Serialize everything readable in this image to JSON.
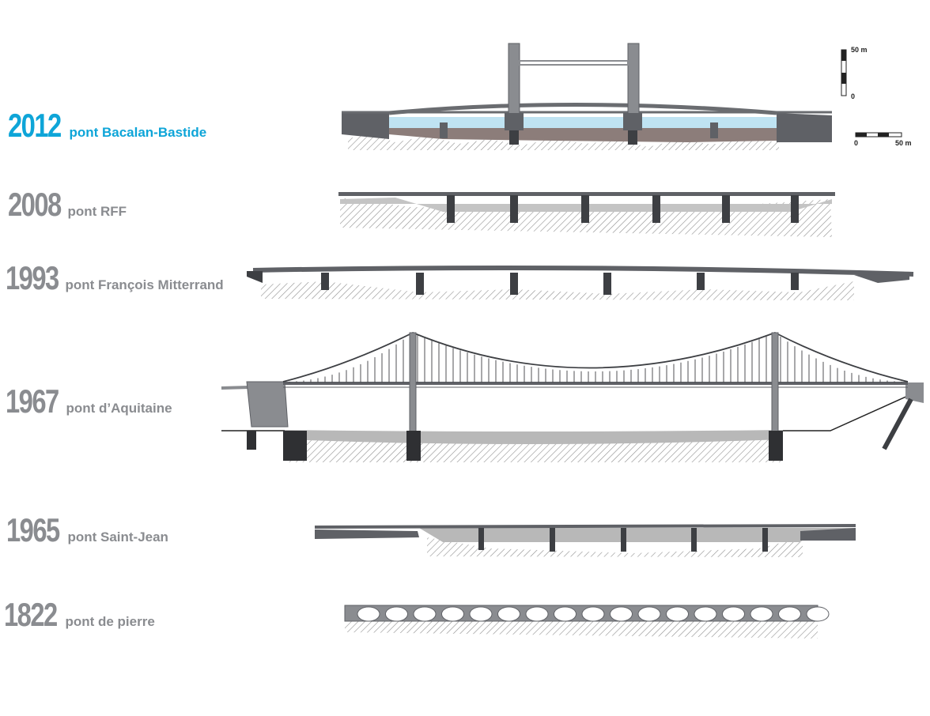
{
  "bridges": [
    {
      "year": "2012",
      "name": "pont Bacalan-Bastide",
      "highlight": true
    },
    {
      "year": "2008",
      "name": "pont RFF",
      "highlight": false
    },
    {
      "year": "1993",
      "name": "pont François Mitterrand",
      "highlight": false
    },
    {
      "year": "1967",
      "name": "pont d’Aquitaine",
      "highlight": false
    },
    {
      "year": "1965",
      "name": "pont Saint-Jean",
      "highlight": false
    },
    {
      "year": "1822",
      "name": "pont de pierre",
      "highlight": false
    }
  ],
  "scale": {
    "vertical_top": "50 m",
    "vertical_bottom": "0",
    "horizontal_left": "0",
    "horizontal_right": "50 m"
  },
  "colors": {
    "highlight": "#0ea5d8",
    "label_gray": "#8a8c90",
    "structure": "#5f6166",
    "water": "#bfe3f2",
    "river": "#b8b8b8"
  }
}
